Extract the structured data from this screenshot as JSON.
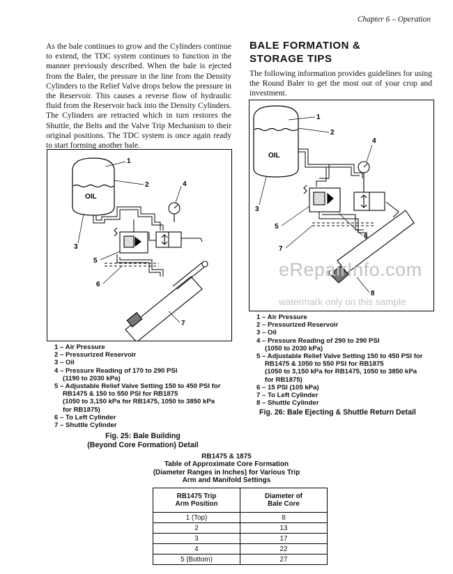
{
  "header": {
    "chapter": "Chapter 6 – Operation"
  },
  "body_left": "As the bale continues to grow and the Cylinders continue to extend, the TDC system continues to function in the manner previously described. When the bale is ejected from the Baler, the pressure in the line from the Density Cylinders to the Relief Valve drops below the pressure in the Reservoir. This causes a reverse flow of hydraulic fluid from the Reservoir back into the Density Cylinders. The Cylinders are retracted which in turn restores the Shuttle, the Belts and the Valve Trip Mechanism to their original positions. The TDC system is once again ready to start forming another bale.",
  "section": {
    "heading_line1": "BALE FORMATION &",
    "heading_line2": "STORAGE TIPS",
    "intro": "The following information provides guidelines for using the Round Baler to get the most out of your crop and investment."
  },
  "fig25": {
    "oil_label": "OIL",
    "callouts": [
      "1",
      "2",
      "3",
      "4",
      "5",
      "6",
      "7"
    ],
    "legend": [
      "1 – Air Pressure",
      "2 – Pressurized Reservoir",
      "3 – Oil",
      "4 – Pressure Reading of 170 to 290 PSI",
      "(1190 to 2030 kPa)",
      "5 – Adjustable Relief Valve Setting 150 to 450 PSI for",
      "RB1475 & 150 to 550 PSI for RB1875",
      "(1050 to 3,150 kPa for RB1475, 1050 to 3850 kPa",
      "for RB1875)",
      "6 – To Left Cylinder",
      "7 – Shuttle Cylinder"
    ],
    "caption_line1": "Fig. 25: Bale Building",
    "caption_line2": "(Beyond Core Formation) Detail"
  },
  "fig26": {
    "oil_label": "OIL",
    "callouts": [
      "1",
      "2",
      "3",
      "4",
      "5",
      "6",
      "7",
      "8"
    ],
    "legend": [
      "1 – Air Pressure",
      "2 – Pressurized Reservoir",
      "3 – Oil",
      "4 – Pressure Reading of 290 to 290 PSI",
      "(1050 to 2030 kPa)",
      "5 – Adjustable Relief Valve Setting 150 to 450 PSI for",
      "RB1475 & 1050 to 550 PSI for RB1875",
      "(1050 to 3,150 kPa for RB1475, 1050 to 3850 kPa",
      "for RB1875)",
      "6 – 15 PSI (105 kPa)",
      "7 – To Left Cylinder",
      "8 – Shuttle Cylinder"
    ],
    "caption": "Fig. 26: Bale Ejecting & Shuttle Return Detail"
  },
  "table": {
    "title_lines": [
      "RB1475 & 1875",
      "Table of Approximate Core Formation",
      "(Diameter Ranges in Inches) for Various Trip",
      "Arm and Manifold Settings"
    ],
    "headers": [
      {
        "line1": "RB1475 Trip",
        "line2": "Arm Position"
      },
      {
        "line1": "Diameter of",
        "line2": "Bale Core"
      }
    ],
    "rows": [
      [
        "1 (Top)",
        "8"
      ],
      [
        "2",
        "13"
      ],
      [
        "3",
        "17"
      ],
      [
        "4",
        "22"
      ],
      [
        "5 (Bottom)",
        "27"
      ]
    ]
  },
  "watermark": {
    "brand": "eRepairInfo.com",
    "notice": "watermark only on this sample"
  }
}
